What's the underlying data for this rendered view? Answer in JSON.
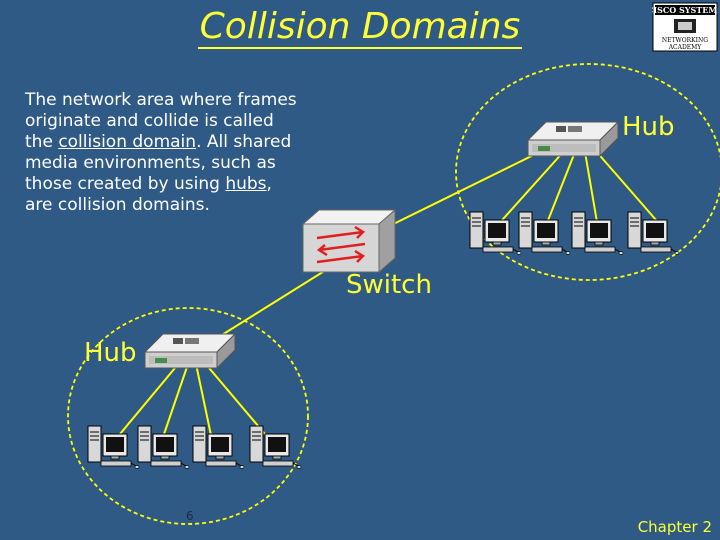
{
  "title": "Collision Domains",
  "logo": {
    "line1": "Cisco Systems",
    "line2": "Networking Academy"
  },
  "description": {
    "part1": "The network area where frames originate and collide is called the ",
    "link1": "collision domain",
    "part2": ". All shared media environments, such as those created by using ",
    "link2": "hubs",
    "part3": ", are collision domains."
  },
  "labels": {
    "hub_top": "Hub",
    "switch": "Switch",
    "hub_bottom": "Hub"
  },
  "footer": {
    "page": "6",
    "chapter": "Chapter 2"
  },
  "colors": {
    "background": "#2f5a85",
    "accent": "#ffff33",
    "link_lines": "#ffff00"
  }
}
